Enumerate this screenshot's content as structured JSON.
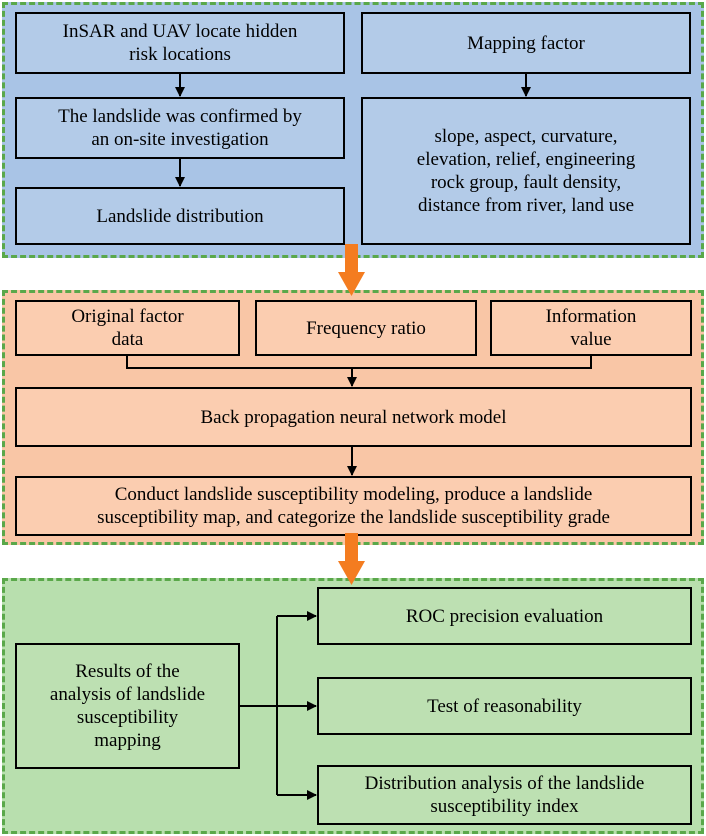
{
  "colors": {
    "section1_bg": "#a9c4e6",
    "section2_bg": "#f9c6a6",
    "section3_bg": "#b8dfae",
    "dashed_border": "#5aa84a",
    "big_arrow": "#f47c20"
  },
  "section1": {
    "insar_box": "InSAR and UAV locate hidden\nrisk locations",
    "confirm_box": "The landslide was confirmed by\nan on-site investigation",
    "distribution_box": "Landslide distribution",
    "mapping_factor_box": "Mapping factor",
    "factors_box": "slope, aspect, curvature,\nelevation, relief, engineering\nrock group, fault density,\ndistance from river, land use"
  },
  "section2": {
    "original_box": "Original factor\ndata",
    "frequency_box": "Frequency ratio",
    "information_box": "Information\nvalue",
    "bp_box": "Back propagation neural network model",
    "modeling_box": "Conduct landslide susceptibility modeling, produce a landslide\nsusceptibility map, and categorize the landslide susceptibility grade"
  },
  "section3": {
    "results_box": "Results of the\nanalysis of landslide\nsusceptibility\nmapping",
    "roc_box": "ROC precision evaluation",
    "test_box": "Test of reasonability",
    "distribution_index_box": "Distribution analysis of the landslide\nsusceptibility index"
  }
}
